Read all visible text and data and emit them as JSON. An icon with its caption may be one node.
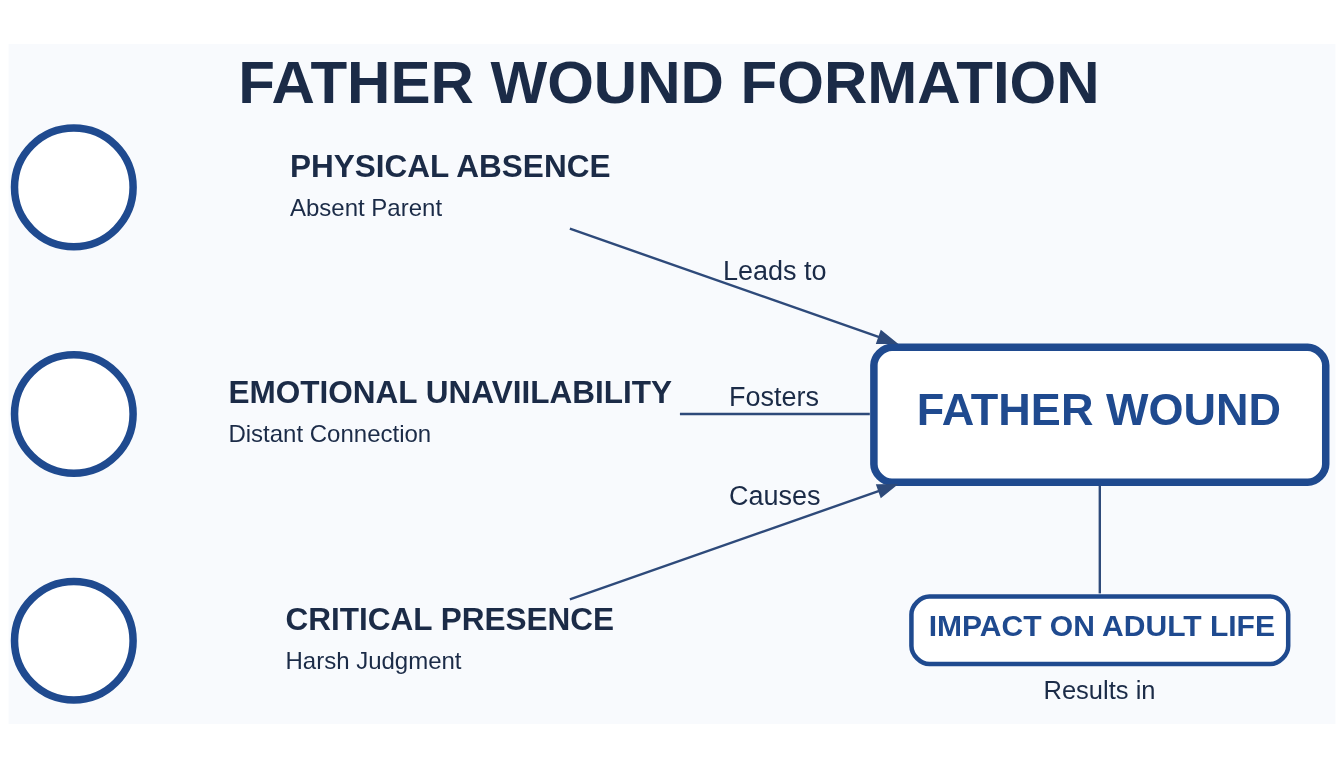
{
  "diagram": {
    "title": "FATHER WOUND FORMATION",
    "nodes": [
      {
        "text": [],
        "shape": "circle"
      },
      {
        "text": [
          "PHYSICAL ABSENCE",
          "Absent Parent"
        ]
      },
      {
        "text": [],
        "shape": "circle"
      },
      {
        "text": [
          "EMOTIONAL UNAVIILABILITY",
          "Distant Connection"
        ]
      },
      {
        "text": [],
        "shape": "circle"
      },
      {
        "text": [
          "CRITICAL PRESENCE",
          "Harsh Judgment"
        ]
      },
      {
        "text": [
          "FATHER WOUND"
        ]
      },
      {
        "text": [
          "IMPACT ON ADULT LIFE"
        ],
        "beside": [
          "Results in"
        ]
      }
    ],
    "edges": [
      {
        "from": 1,
        "to": 6,
        "arrow": "to",
        "label": "Leads to"
      },
      {
        "from": 3,
        "to": 6,
        "arrow": "none",
        "label": "Fosters"
      },
      {
        "from": 5,
        "to": 6,
        "arrow": "to",
        "label": "Causes"
      },
      {
        "from": 6,
        "to": 7,
        "arrow": "none"
      }
    ]
  }
}
